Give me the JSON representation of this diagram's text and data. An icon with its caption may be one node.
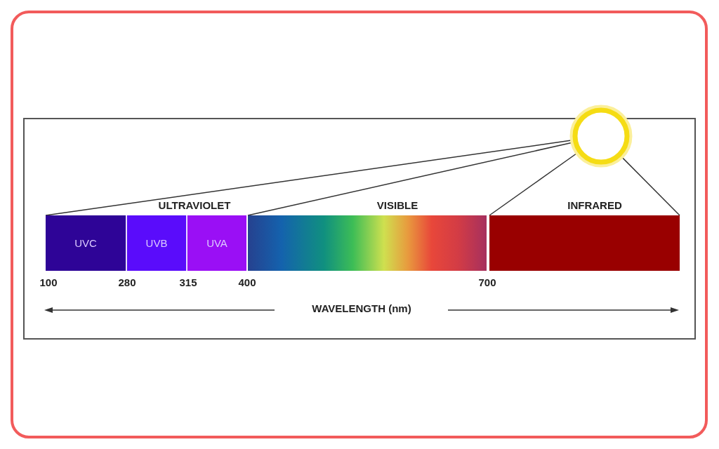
{
  "diagram": {
    "nodes": [
      {
        "text": [],
        "shape": "circle"
      },
      {
        "text": [
          "ULTRAVIOLET"
        ]
      },
      {
        "text": [
          "UVC"
        ],
        "in": 1
      },
      {
        "text": [
          "UVB"
        ],
        "in": 1
      },
      {
        "text": [
          "UVA"
        ],
        "in": 1
      },
      {
        "text": [
          "VISIBLE"
        ]
      },
      {
        "text": [
          "INFRARED"
        ]
      }
    ],
    "edges": [
      {
        "from": 0,
        "to": 1,
        "arrow": "none"
      },
      {
        "from": 0,
        "to": 5,
        "arrow": "none"
      },
      {
        "from": 0,
        "to": 6,
        "arrow": "none"
      },
      {
        "from": 0,
        "to": 6,
        "arrow": "none"
      }
    ],
    "labels": [
      "100",
      "280",
      "315",
      "400",
      "700",
      "WAVELENGTH (nm)"
    ]
  }
}
